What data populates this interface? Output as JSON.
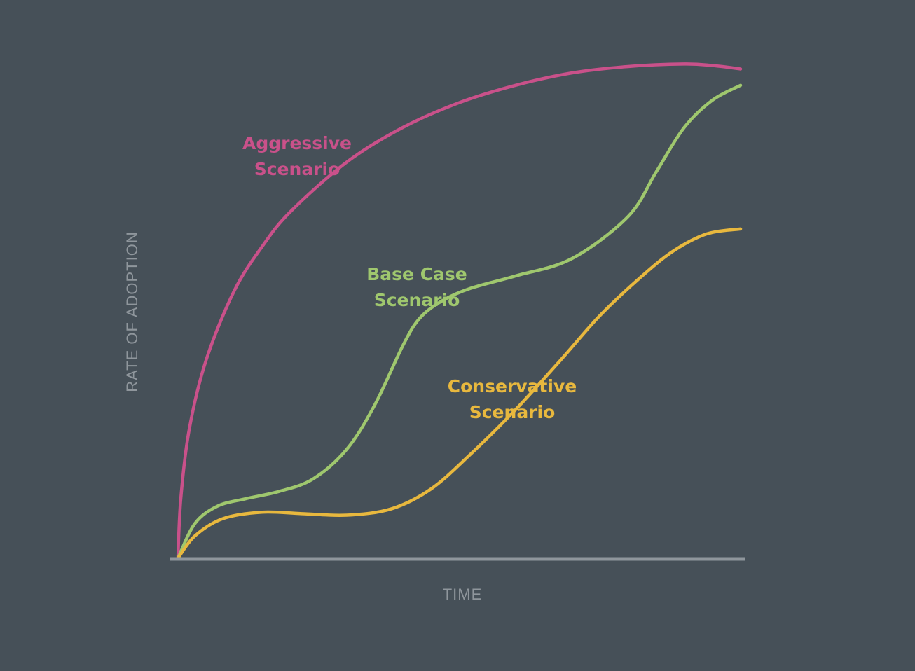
{
  "chart_data": {
    "type": "line",
    "title": "",
    "xlabel": "TIME",
    "ylabel": "RATE OF ADOPTION",
    "xlim": [
      0,
      100
    ],
    "ylim": [
      0,
      100
    ],
    "grid": false,
    "legend": "inline labels",
    "colors": {
      "background": "#465058",
      "axis": "#8f969c"
    },
    "series": [
      {
        "name": "Aggressive Scenario",
        "label_lines": [
          "Aggressive",
          "Scenario"
        ],
        "color": "#c9518a",
        "x": [
          0,
          0.5,
          2,
          5,
          10,
          15,
          20,
          30,
          40,
          50,
          60,
          70,
          80,
          90,
          95,
          100
        ],
        "y": [
          0,
          12,
          26,
          40,
          54,
          63,
          70,
          80,
          87,
          92,
          95.5,
          98,
          99.3,
          99.8,
          99.5,
          98.8
        ]
      },
      {
        "name": "Base Case Scenario",
        "label_lines": [
          "Base Case",
          "Scenario"
        ],
        "color": "#9fc76e",
        "x": [
          0,
          3,
          7,
          12,
          18,
          24,
          30,
          35,
          40,
          43,
          47,
          52,
          60,
          70,
          80,
          85,
          90,
          95,
          100
        ],
        "y": [
          0,
          7,
          10.5,
          12,
          13.5,
          16,
          22,
          31,
          43,
          48.5,
          52,
          54.5,
          57,
          60.5,
          69,
          78,
          87,
          92.5,
          95.5
        ]
      },
      {
        "name": "Conservative Scenario",
        "label_lines": [
          "Conservative",
          "Scenario"
        ],
        "color": "#e8b83e",
        "x": [
          0,
          3,
          8,
          15,
          22,
          30,
          38,
          45,
          52,
          60,
          68,
          75,
          82,
          88,
          94,
          100
        ],
        "y": [
          0,
          4.5,
          8,
          9.3,
          9,
          8.7,
          10,
          14,
          21,
          30,
          40,
          49,
          56.5,
          62,
          65.5,
          66.5
        ]
      }
    ]
  }
}
